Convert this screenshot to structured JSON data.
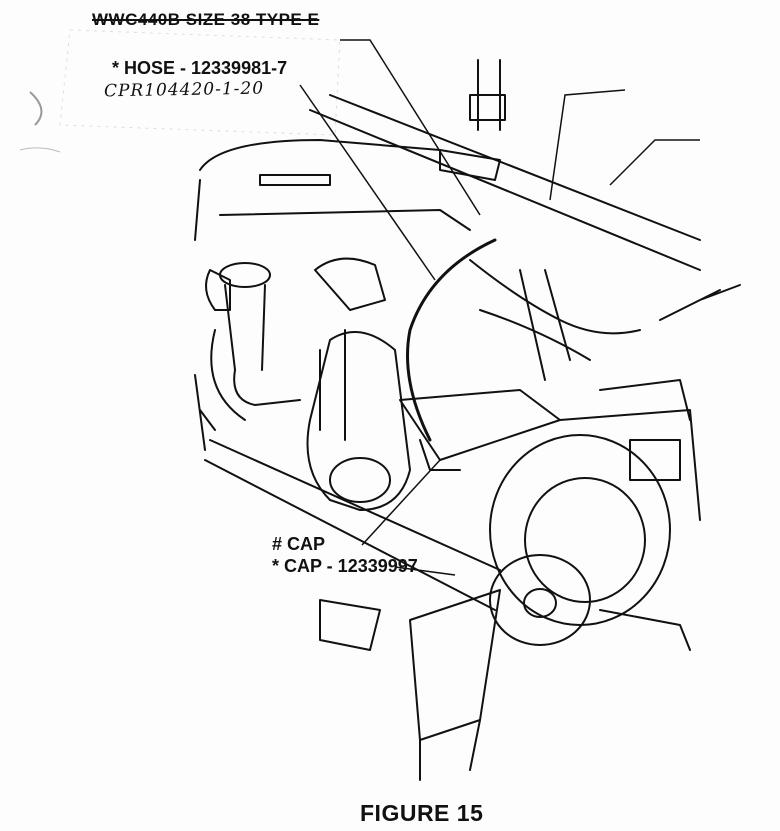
{
  "labels": {
    "wwc": "WWC440B SIZE 38 TYPE E",
    "hose": "* HOSE - 12339981-7",
    "handwritten": "CPR104420-1-20",
    "cap_hash": "# CAP",
    "cap_star": "* CAP - 12339997",
    "figure": "FIGURE 15"
  },
  "colors": {
    "ink": "#111111",
    "paper": "#fdfdfd"
  }
}
